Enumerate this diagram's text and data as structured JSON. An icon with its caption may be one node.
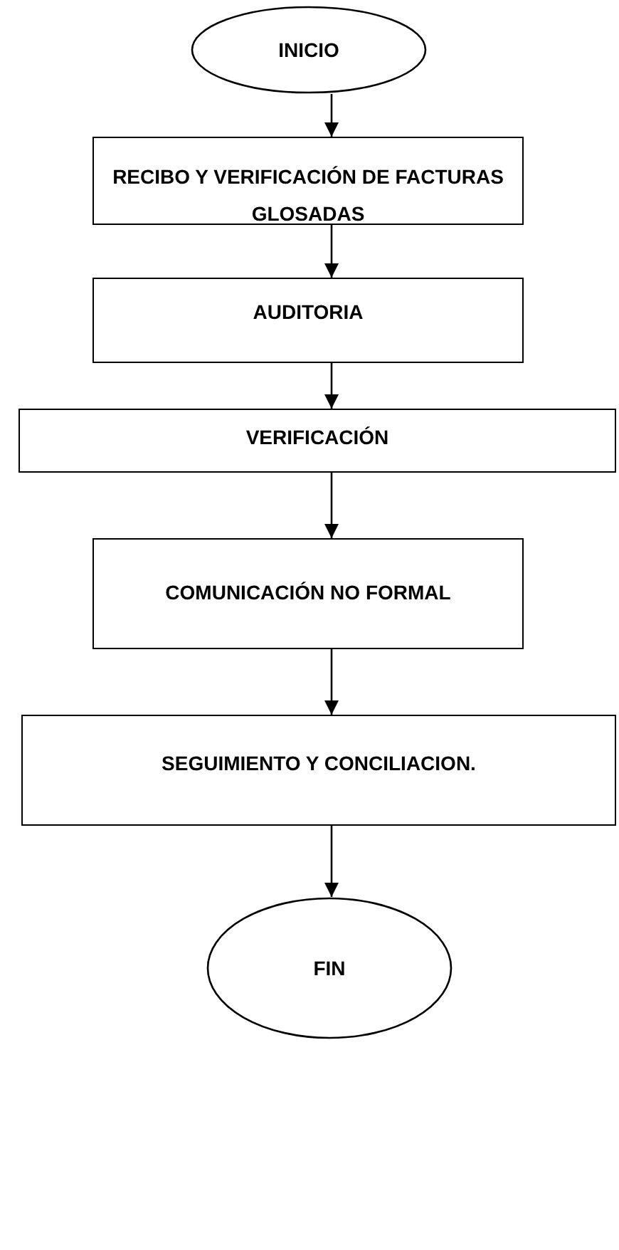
{
  "diagram": {
    "nodes": [
      {
        "text": [
          "INICIO"
        ]
      },
      {
        "text": [
          "RECIBO Y VERIFICACIÓN DE FACTURAS GLOSADAS"
        ]
      },
      {
        "text": [
          "AUDITORIA"
        ]
      },
      {
        "text": [
          "VERIFICACIÓN"
        ]
      },
      {
        "text": [
          "COMUNICACIÓN NO FORMAL"
        ]
      },
      {
        "text": [
          "SEGUIMIENTO Y CONCILIACION."
        ]
      },
      {
        "text": [
          "FIN"
        ]
      }
    ],
    "edges": [
      {
        "from": 0,
        "to": 1,
        "arrow": "to"
      },
      {
        "from": 1,
        "to": 2,
        "arrow": "to"
      },
      {
        "from": 2,
        "to": 3,
        "arrow": "to"
      },
      {
        "from": 3,
        "to": 4,
        "arrow": "to"
      },
      {
        "from": 4,
        "to": 5,
        "arrow": "to"
      },
      {
        "from": 5,
        "to": 6,
        "arrow": "to"
      }
    ]
  }
}
